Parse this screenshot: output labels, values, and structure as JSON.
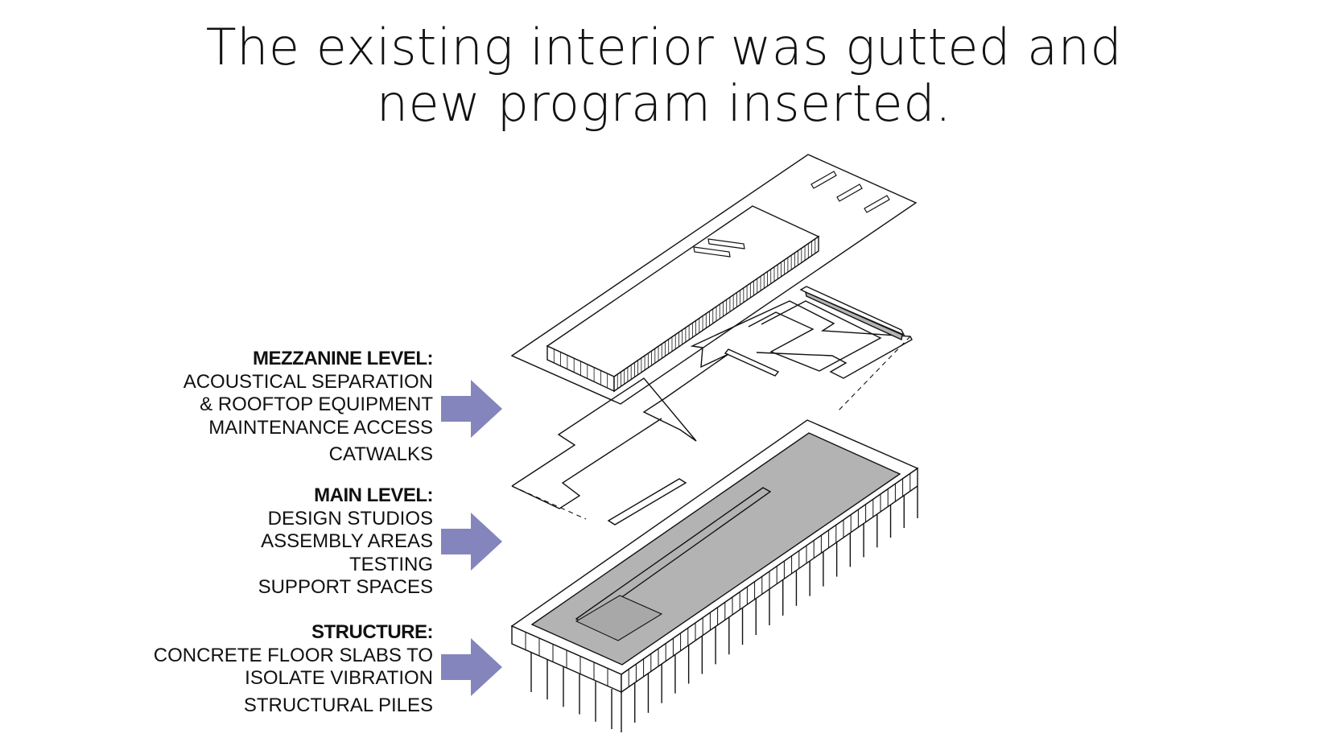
{
  "title": {
    "line1": "The existing interior was gutted and",
    "line2": "new program inserted."
  },
  "labels": {
    "mezzanine": {
      "heading": "MEZZANINE LEVEL:",
      "lines": [
        "ACOUSTICAL SEPARATION",
        "& ROOFTOP EQUIPMENT",
        "MAINTENANCE ACCESS"
      ],
      "extra": "CATWALKS"
    },
    "main": {
      "heading": "MAIN LEVEL:",
      "lines": [
        "DESIGN STUDIOS",
        "ASSEMBLY AREAS",
        "TESTING",
        "SUPPORT SPACES"
      ]
    },
    "structure": {
      "heading": "STRUCTURE:",
      "lines": [
        "CONCRETE FLOOR SLABS TO",
        "ISOLATE VIBRATION"
      ],
      "extra": "STRUCTURAL PILES"
    }
  },
  "colors": {
    "arrow": "#8585bd",
    "floor_fill": "#b3b3b3",
    "line": "#111111"
  }
}
